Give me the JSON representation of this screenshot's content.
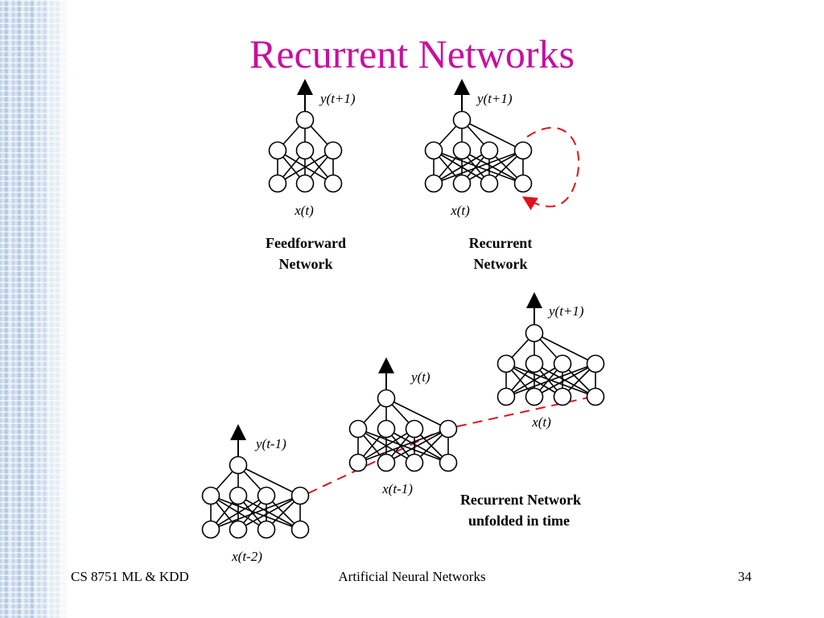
{
  "title": "Recurrent Networks",
  "networks": {
    "feedforward": {
      "output_label": "y(t+1)",
      "input_label": "x(t)",
      "caption": [
        "Feedforward",
        "Network"
      ]
    },
    "recurrent": {
      "output_label": "y(t+1)",
      "input_label": "x(t)",
      "caption": [
        "Recurrent",
        "Network"
      ]
    },
    "unfolded": [
      {
        "output_label": "y(t-1)",
        "input_label": "x(t-2)"
      },
      {
        "output_label": "y(t)",
        "input_label": "x(t-1)"
      },
      {
        "output_label": "y(t+1)",
        "input_label": "x(t)"
      }
    ],
    "unfolded_caption": [
      "Recurrent Network",
      "unfolded in time"
    ]
  },
  "footer": {
    "left": "CS 8751 ML & KDD",
    "center": "Artificial Neural Networks",
    "page": "34"
  },
  "colors": {
    "title": "#c90f9e",
    "recurrent_link": "#e0121b"
  }
}
